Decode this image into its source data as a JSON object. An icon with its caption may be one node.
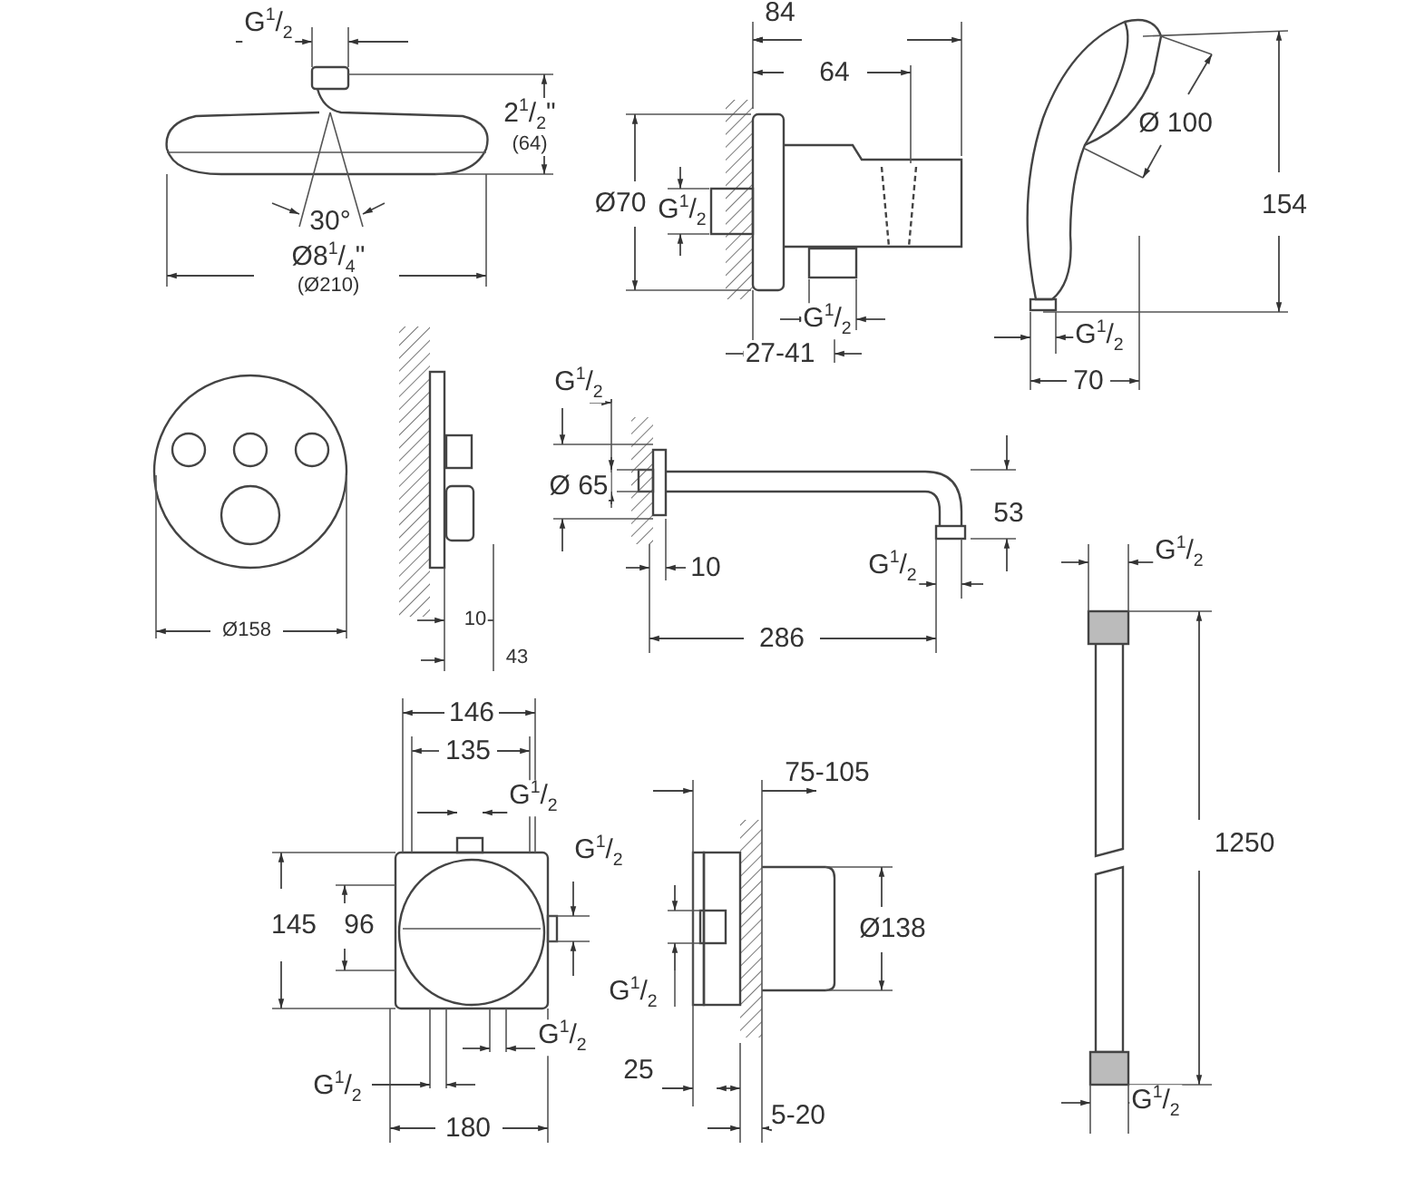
{
  "diagram": {
    "labels": [
      "G$^{1}$/$_{2}$",
      "84",
      "64",
      "2$^{1}$/$_{2}$\"",
      "(64)",
      "Ø 100",
      "Ø70",
      "G$^{1}$/$_{2}$",
      "154",
      "30°",
      "Ø8$^{1}$/$_{4}$\"",
      "(Ø210)",
      "G$^{1}$/$_{2}$",
      "G$^{1}$/$_{2}$",
      "27-41",
      "70",
      "G$^{1}$/$_{2}$",
      "Ø 65",
      "53",
      "10",
      "G$^{1}$/$_{2}$",
      "G$^{1}$/$_{2}$",
      "Ø158",
      "10",
      "286",
      "43",
      "1250",
      "146",
      "135",
      "75-105",
      "G$^{1}$/$_{2}$",
      "G$^{1}$/$_{2}$",
      "145",
      "96",
      "Ø138",
      "G$^{1}$/$_{2}$",
      "G$^{1}$/$_{2}$",
      "G$^{1}$/$_{2}$",
      "25",
      "G$^{1}$/$_{2}$",
      "180",
      "5-20"
    ]
  }
}
